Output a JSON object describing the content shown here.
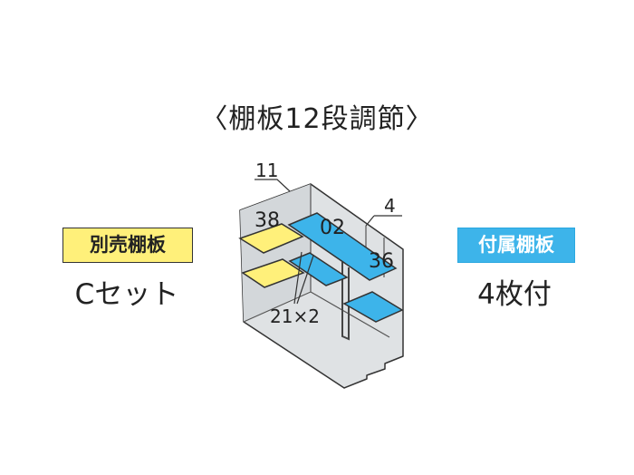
{
  "title": "〈棚板12段調節〉",
  "left": {
    "badge": "別売棚板",
    "sub": "Cセット"
  },
  "right": {
    "badge": "付属棚板",
    "sub": "4枚付"
  },
  "labels": {
    "l11": "11",
    "l38": "38",
    "l02": "02",
    "l4": "4",
    "l36": "36",
    "l21": "21×2"
  },
  "colors": {
    "optional_shelf": "#fff07a",
    "included_shelf": "#3db4ea",
    "shed_fill": "#dfe2e4",
    "outline": "#333333"
  }
}
